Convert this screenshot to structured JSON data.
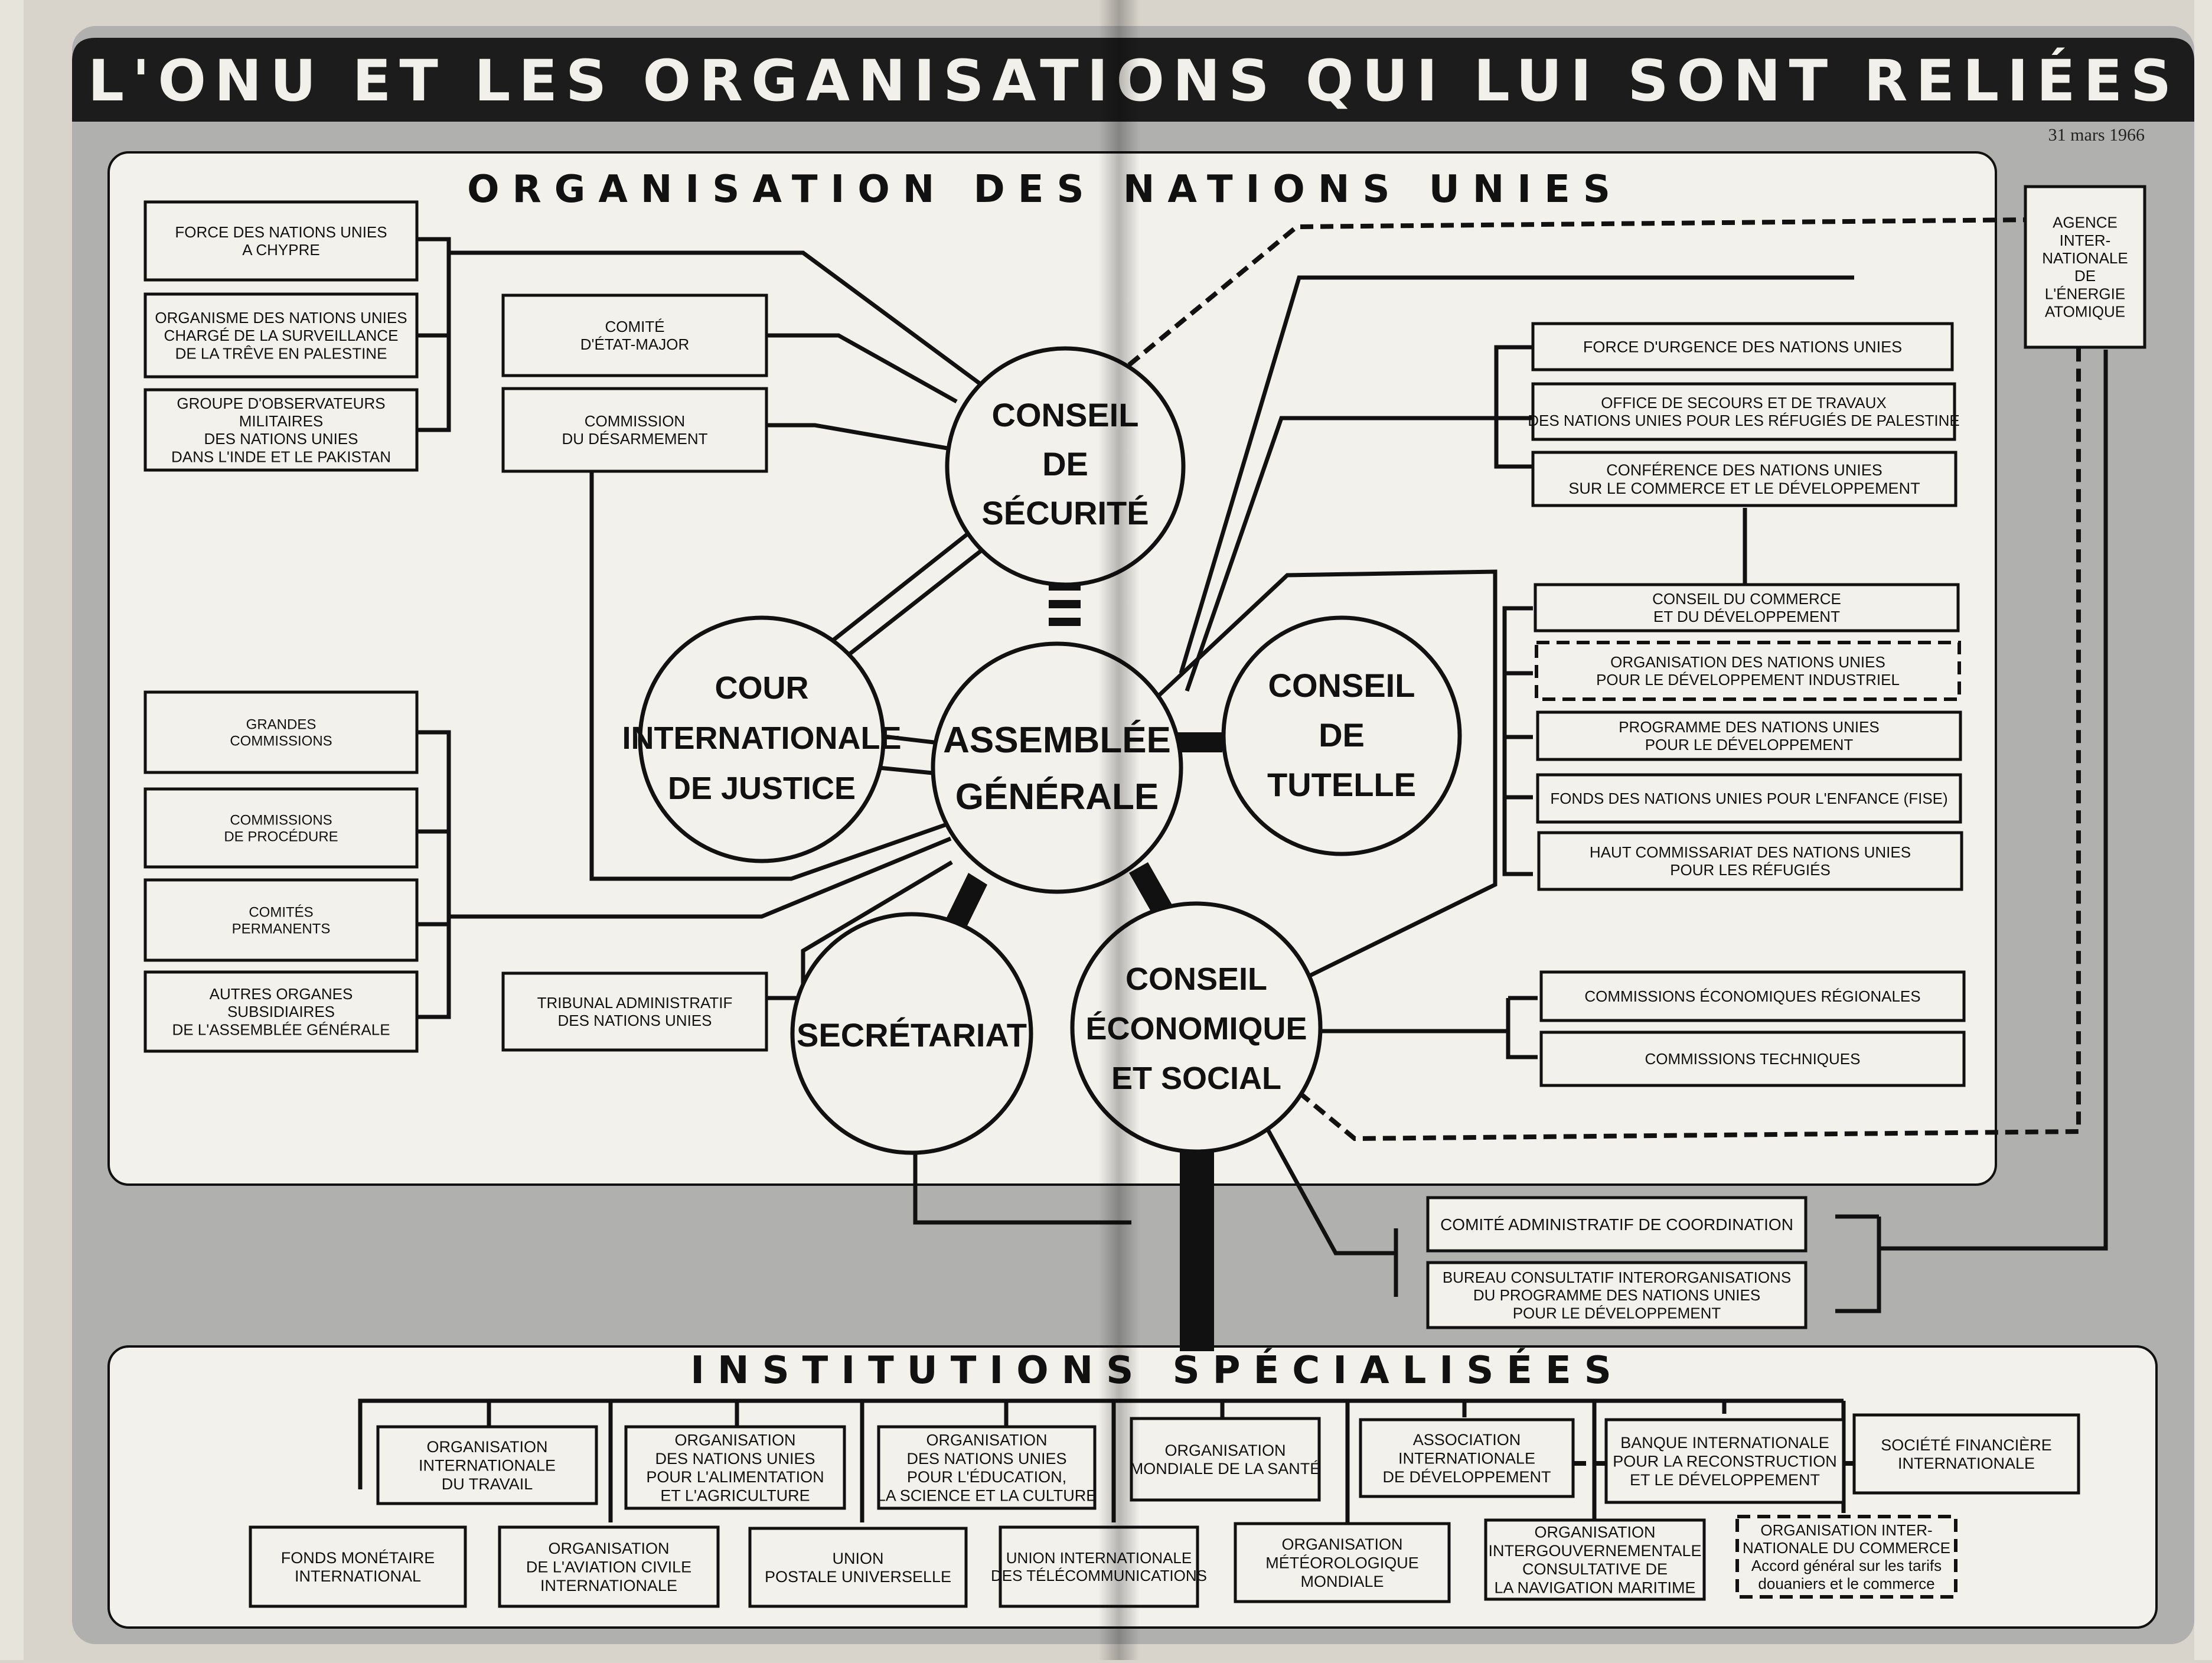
{
  "title": "L'ONU ET LES ORGANISATIONS QUI LUI SONT RELIÉES",
  "date": "31 mars 1966",
  "un_section": {
    "label": "ORGANISATION DES NATIONS UNIES"
  },
  "specialized_section": {
    "label": "INSTITUTIONS SPÉCIALISÉES"
  },
  "principal_organs": {
    "security_council": [
      "CONSEIL",
      "DE",
      "SÉCURITÉ"
    ],
    "general_assembly": [
      "ASSEMBLÉE",
      "GÉNÉRALE"
    ],
    "court": [
      "COUR",
      "INTERNATIONALE",
      "DE JUSTICE"
    ],
    "trusteeship": [
      "CONSEIL",
      "DE",
      "TUTELLE"
    ],
    "secretariat": [
      "SECRÉTARIAT"
    ],
    "ecosoc": [
      "CONSEIL",
      "ÉCONOMIQUE",
      "ET SOCIAL"
    ]
  },
  "security_council_bodies": {
    "cyprus_force": [
      "FORCE DES NATIONS UNIES",
      "A CHYPRE"
    ],
    "truce_supervision": [
      "ORGANISME DES NATIONS UNIES",
      "CHARGÉ DE LA SURVEILLANCE",
      "DE LA TRÊVE EN PALESTINE"
    ],
    "india_pakistan_observers": [
      "GROUPE D'OBSERVATEURS",
      "MILITAIRES",
      "DES NATIONS UNIES",
      "DANS L'INDE ET LE PAKISTAN"
    ],
    "military_staff": [
      "COMITÉ",
      "D'ÉTAT-MAJOR"
    ],
    "disarmament": [
      "COMMISSION",
      "DU DÉSARMEMENT"
    ]
  },
  "assembly_bodies": {
    "main_committees": [
      "GRANDES",
      "COMMISSIONS"
    ],
    "procedural": [
      "COMMISSIONS",
      "DE PROCÉDURE"
    ],
    "standing": [
      "COMITÉS",
      "PERMANENTS"
    ],
    "other_subsidiary": [
      "AUTRES ORGANES",
      "SUBSIDIAIRES",
      "DE L'ASSEMBLÉE GÉNÉRALE"
    ],
    "admin_tribunal": [
      "TRIBUNAL ADMINISTRATIF",
      "DES NATIONS UNIES"
    ]
  },
  "right_bodies": {
    "emergency_force": [
      "FORCE D'URGENCE DES NATIONS UNIES"
    ],
    "unrwa": [
      "OFFICE DE SECOURS ET DE TRAVAUX",
      "DES NATIONS UNIES POUR LES RÉFUGIÉS DE PALESTINE"
    ],
    "unctad": [
      "CONFÉRENCE DES NATIONS UNIES",
      "SUR LE COMMERCE ET LE DÉVELOPPEMENT"
    ],
    "trade_board": [
      "CONSEIL DU COMMERCE",
      "ET DU DÉVELOPPEMENT"
    ],
    "unido": [
      "ORGANISATION DES NATIONS UNIES",
      "POUR LE DÉVELOPPEMENT INDUSTRIEL"
    ],
    "undp": [
      "PROGRAMME DES NATIONS UNIES",
      "POUR LE DÉVELOPPEMENT"
    ],
    "unicef": [
      "FONDS DES NATIONS UNIES POUR L'ENFANCE (FISE)"
    ],
    "unhcr": [
      "HAUT COMMISSARIAT DES NATIONS UNIES",
      "POUR LES RÉFUGIÉS"
    ],
    "regional_commissions": [
      "COMMISSIONS ÉCONOMIQUES RÉGIONALES"
    ],
    "technical_commissions": [
      "COMMISSIONS TECHNIQUES"
    ],
    "iaea": [
      "AGENCE",
      "INTER-",
      "NATIONALE",
      "DE",
      "L'ÉNERGIE",
      "ATOMIQUE"
    ]
  },
  "coordination": {
    "acc": [
      "COMITÉ ADMINISTRATIF DE COORDINATION"
    ],
    "iacb": [
      "BUREAU CONSULTATIF INTERORGANISATIONS",
      "DU PROGRAMME DES NATIONS UNIES",
      "POUR LE DÉVELOPPEMENT"
    ]
  },
  "agencies": {
    "ilo": [
      "ORGANISATION",
      "INTERNATIONALE",
      "DU TRAVAIL"
    ],
    "fao": [
      "ORGANISATION",
      "DES NATIONS UNIES",
      "POUR L'ALIMENTATION",
      "ET L'AGRICULTURE"
    ],
    "unesco": [
      "ORGANISATION",
      "DES NATIONS UNIES",
      "POUR L'ÉDUCATION,",
      "LA SCIENCE ET LA CULTURE"
    ],
    "who": [
      "ORGANISATION",
      "MONDIALE DE LA SANTÉ"
    ],
    "ida": [
      "ASSOCIATION",
      "INTERNATIONALE",
      "DE DÉVELOPPEMENT"
    ],
    "ibrd": [
      "BANQUE INTERNATIONALE",
      "POUR LA RECONSTRUCTION",
      "ET LE DÉVELOPPEMENT"
    ],
    "ifc": [
      "SOCIÉTÉ FINANCIÈRE",
      "INTERNATIONALE"
    ],
    "imf": [
      "FONDS MONÉTAIRE",
      "INTERNATIONAL"
    ],
    "icao": [
      "ORGANISATION",
      "DE L'AVIATION CIVILE",
      "INTERNATIONALE"
    ],
    "upu": [
      "UNION",
      "POSTALE UNIVERSELLE"
    ],
    "itu": [
      "UNION INTERNATIONALE",
      "DES TÉLÉCOMMUNICATIONS"
    ],
    "wmo": [
      "ORGANISATION",
      "MÉTÉOROLOGIQUE",
      "MONDIALE"
    ],
    "imco": [
      "ORGANISATION",
      "INTERGOUVERNEMENTALE",
      "CONSULTATIVE DE",
      "LA NAVIGATION MARITIME"
    ],
    "ito_gatt": [
      "ORGANISATION INTER-",
      "NATIONALE DU COMMERCE",
      "Accord général sur les tarifs",
      "douaniers et le commerce"
    ]
  }
}
